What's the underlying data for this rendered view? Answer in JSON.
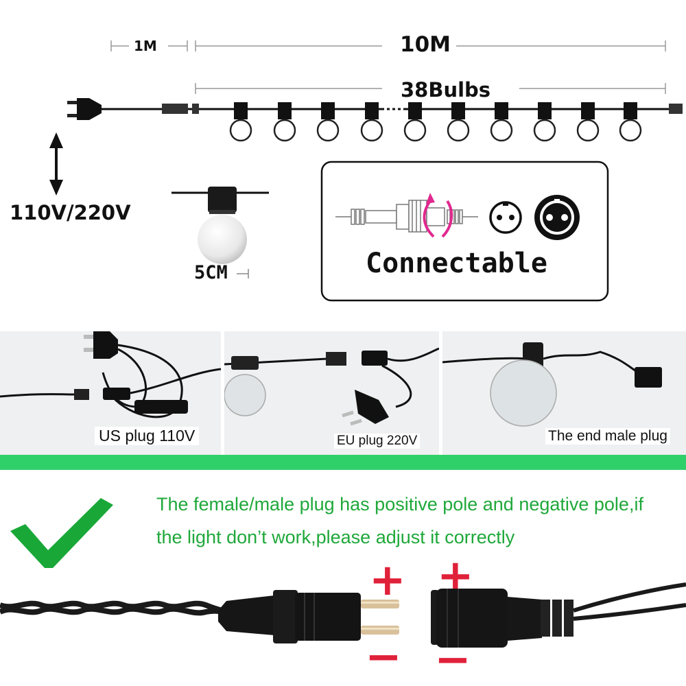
{
  "diagram": {
    "lead_length": "1M",
    "string_length": "10M",
    "bulb_count": "38Bulbs",
    "voltage": "110V/220V",
    "bulb_size": "5CM",
    "connectable": "Connectable"
  },
  "photos": {
    "us_plug": "US plug 110V",
    "eu_plug": "EU plug 220V",
    "end_plug": "The end male plug"
  },
  "instruction": {
    "line1": "The female/male plug has positive pole and negative pole,if",
    "line2": "the light don’t work,please adjust it correctly"
  },
  "polarity": {
    "plus_symbol": "+",
    "minus_symbol": "−"
  },
  "colors": {
    "green_band": "#2fd06a",
    "instruction_text": "#1fa83a",
    "checkmark": "#19a838",
    "polarity": "#e0213a"
  }
}
